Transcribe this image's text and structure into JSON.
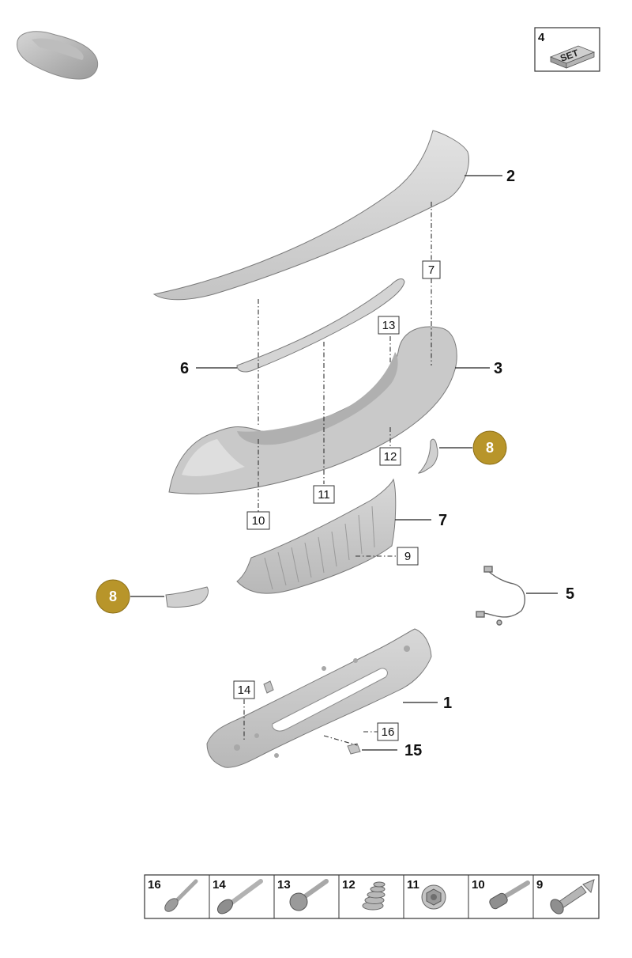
{
  "set_box": {
    "number": "4",
    "label": "SET"
  },
  "callouts": {
    "c1": "1",
    "c2": "2",
    "c3": "3",
    "c5": "5",
    "c6": "6",
    "c7": "7",
    "c15": "15"
  },
  "badges": {
    "upper": "8",
    "lower": "8"
  },
  "boxed_refs": {
    "b7": "7",
    "b9": "9",
    "b10": "10",
    "b11": "11",
    "b12": "12",
    "b13": "13",
    "b14": "14",
    "b16": "16"
  },
  "fastener_table": [
    "16",
    "14",
    "13",
    "12",
    "11",
    "10",
    "9"
  ],
  "colors": {
    "badge": "#b8952a",
    "part_fill": "#d2d2d2",
    "part_shade": "#bcbcbc"
  }
}
